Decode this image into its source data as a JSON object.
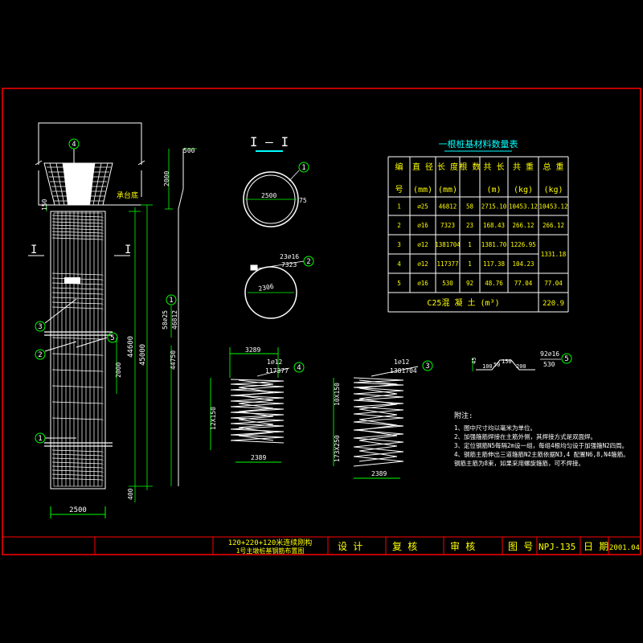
{
  "colors": {
    "background": "#000000",
    "frame": "#ff0000",
    "lines": "#ffffff",
    "dims": "#00ff00",
    "title": "#00ffff",
    "text": "#ffff00",
    "section_mark": "#00ffff"
  },
  "pile_elevation": {
    "balloon_4": "4",
    "balloon_3": "3",
    "balloon_2": "2",
    "balloon_5": "5",
    "balloon_1": "1",
    "cap_label": "承台底",
    "section_I_left": "I",
    "section_I_right": "I",
    "dim_150": "150",
    "dim_2000_right": "2000",
    "dim_44600": "44600",
    "dim_45000": "45000",
    "dim_400": "400",
    "dim_2500_bottom": "2500"
  },
  "main_bar_detail": {
    "dim_500": "500",
    "dim_2000": "2000",
    "label_58_25": "58⌀25",
    "label_46812": "46812",
    "balloon_1": "1",
    "dim_44750": "44750"
  },
  "section_view": {
    "title": "I — I",
    "balloon_1": "1",
    "dim_2500": "2500",
    "dim_75": "75",
    "balloon_2": "2",
    "label_23_16": "23⌀16",
    "label_7323": "7323",
    "dim_2306": "2306"
  },
  "spiral_4": {
    "dim_3289": "3289",
    "label_1_12": "1⌀12",
    "label_117377": "117377",
    "balloon": "4",
    "dim_vertical": "12X150",
    "dim_2389": "2389"
  },
  "spiral_3": {
    "label_1_12": "1⌀12",
    "label_1381704": "1381704",
    "balloon": "3",
    "dim_v1": "10X150",
    "dim_v2": "173X250",
    "dim_2389": "2389"
  },
  "bar_5": {
    "dim_45": "45",
    "dim_100": "100",
    "dim_50": "50",
    "dim_150": "150",
    "dim_200": "200",
    "label_92_16": "92⌀16",
    "label_530": "530",
    "balloon": "5"
  },
  "table": {
    "title": "一根桩基材料数量表",
    "header1": [
      "编",
      "直 径",
      "长 度",
      "根 数",
      "共 长",
      "共 重",
      "总 重"
    ],
    "header2": [
      "号",
      "(mm)",
      "(mm)",
      "",
      "(m)",
      "(kg)",
      "(kg)"
    ],
    "rows": [
      [
        "1",
        "⌀25",
        "46812",
        "58",
        "2715.10",
        "10453.12",
        "10453.12"
      ],
      [
        "2",
        "⌀16",
        "7323",
        "23",
        "168.43",
        "266.12",
        "266.12"
      ],
      [
        "3",
        "⌀12",
        "1381704",
        "1",
        "1381.70",
        "1226.95",
        ""
      ],
      [
        "4",
        "⌀12",
        "117377",
        "1",
        "117.38",
        "104.23",
        "1331.18"
      ],
      [
        "5",
        "⌀16",
        "530",
        "92",
        "48.76",
        "77.04",
        "77.04"
      ]
    ],
    "concrete_label": "C25混 凝 土 (m³)",
    "concrete_value": "220.9"
  },
  "notes": {
    "heading": "附注:",
    "lines": [
      "1、图中尺寸均以毫米为单位。",
      "2、加强箍筋焊接在主筋外侧，其焊接方式是双面焊。",
      "3、定位钢筋N5每隔2m设一组，每组4根均匀设于加强箍N2四周。",
      "4、钢筋主筋伸出三道箍筋N2主筋依据N3,4 配置N6,8,N4箍筋。",
      "   钢筋主筋为8束，如果采用螺旋箍筋，可不焊接。"
    ]
  },
  "title_block": {
    "drawing_title_1": "120+220+120米连续刚构",
    "drawing_title_2": "1号主墩桩基钢筋布置图",
    "design": "设 计",
    "review": "复 核",
    "approve": "审 核",
    "drawing_no_label": "图 号",
    "drawing_no": "NPJ-135",
    "date_label": "日 期",
    "date": "2001.04"
  }
}
